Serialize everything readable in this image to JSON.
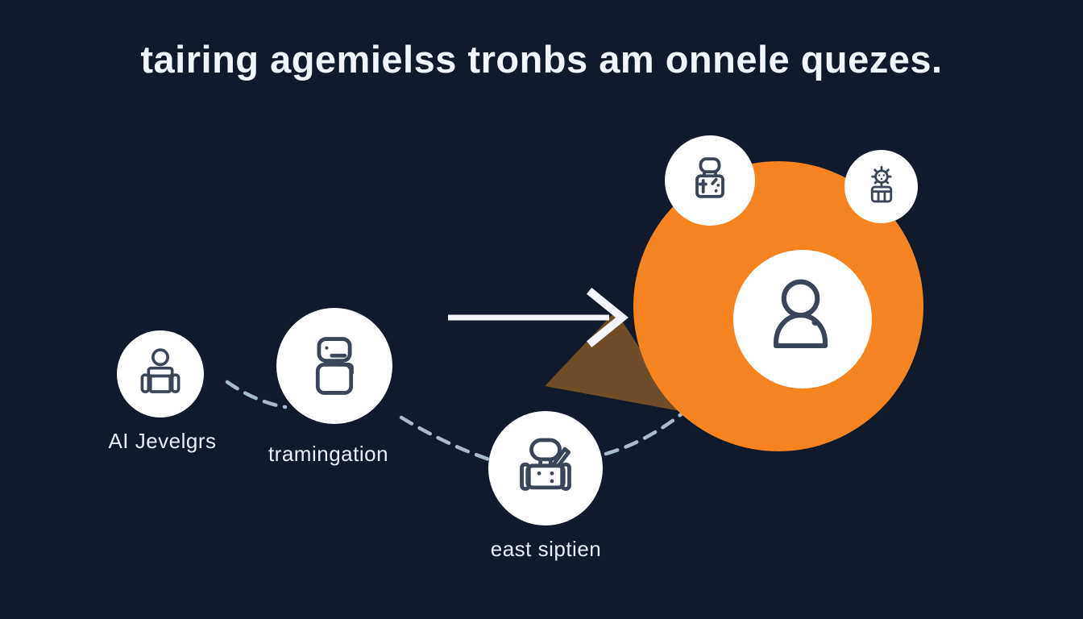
{
  "title": "tairing agemielss tronbs am onnele quezes.",
  "nodes": {
    "developer": {
      "label": "AI Jevelgrs",
      "icon": "person-desk-icon"
    },
    "transformation": {
      "label": "tramingation",
      "icon": "machine-stack-icon"
    },
    "assistant": {
      "label": "east siptien",
      "icon": "robot-pencil-icon"
    },
    "hub": {
      "icon": "person-icon"
    },
    "satellite_robot": {
      "icon": "robot-stamp-icon"
    },
    "satellite_virus": {
      "icon": "virus-grid-icon"
    }
  },
  "colors": {
    "background": "#101a2b",
    "accent_orange": "#f5831f",
    "node_fill": "#ffffff",
    "icon_stroke": "#3a4557",
    "connector_dash": "#a9bacf",
    "arrow": "#f4f6f9",
    "wedge_brown": "#6e4e28",
    "title_text": "#f2f5f9",
    "label_text": "#e9eef5"
  }
}
